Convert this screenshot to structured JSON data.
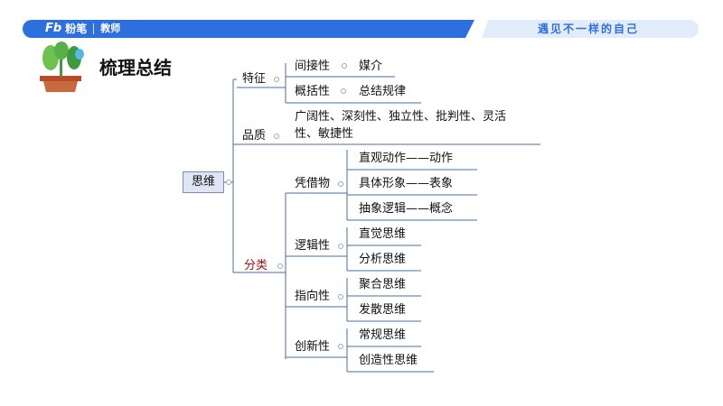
{
  "header": {
    "brand_logo": "Fb",
    "brand_name": "粉笔",
    "role": "教师",
    "slogan": "遇见不一样的自己",
    "primary_color": "#2e6fe0"
  },
  "page": {
    "title": "梳理总结"
  },
  "mindmap": {
    "root": "思维",
    "features": {
      "label": "特征",
      "items": [
        {
          "label": "间接性",
          "leaf": "媒介"
        },
        {
          "label": "概括性",
          "leaf": "总结规律"
        }
      ]
    },
    "quality": {
      "label": "品质",
      "line1": "广阔性、深刻性、独立性、批判性、灵活",
      "line2": "性、敏捷性"
    },
    "classification": {
      "label": "分类",
      "groups": [
        {
          "label": "凭借物",
          "leaves": [
            "直观动作——动作",
            "具体形象——表象",
            "抽象逻辑——概念"
          ]
        },
        {
          "label": "逻辑性",
          "leaves": [
            "直觉思维",
            "分析思维"
          ]
        },
        {
          "label": "指向性",
          "leaves": [
            "聚合思维",
            "发散思维"
          ]
        },
        {
          "label": "创新性",
          "leaves": [
            "常规思维",
            "创造性思维"
          ]
        }
      ]
    }
  }
}
